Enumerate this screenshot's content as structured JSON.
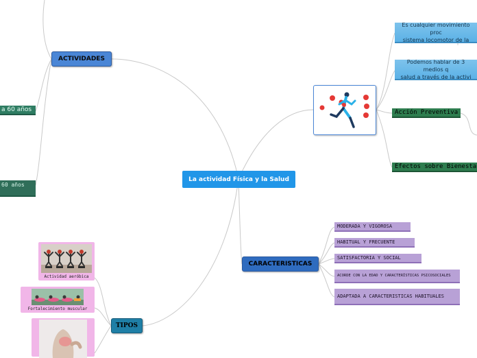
{
  "central": {
    "label": "La actividad Física y la Salud"
  },
  "main_topics": {
    "actividades": "ACTIVIDADES",
    "caracteristicas": "CARACTERISTICAS",
    "tipos": "TIPOS"
  },
  "actividades_children": {
    "item_1": "a 60 años",
    "item_2": "60 años"
  },
  "runner_children": {
    "card_1_line_1": "Es cualquier movimiento proc",
    "card_1_line_2": "sistema locomotor de la",
    "card_2_line_1": "Podemos hablar de 3 medios q",
    "card_2_line_2": "salud a través de la activi",
    "accion": "Acción Preventiva",
    "efectos": "Efectos sobre Bienesta"
  },
  "caracteristicas_children": [
    "MODERADA Y VIGOROSA",
    "HABITUAL Y FRECUENTE",
    "SATISFACTORIA Y SOCIAL",
    "ACORDE CON LA EDAD Y CARACTERÍSTICAS PSICOSOCIALES",
    "ADAPTADA A CARACTERISTICAS HABITUALES"
  ],
  "tipos_children": {
    "aerobica": "Actividad aeróbica",
    "fortalecimiento": "Fortalecimiento muscular"
  },
  "colors": {
    "central": "#2196e8",
    "main": "#4a86d6",
    "green": "#2e7d4f",
    "purple": "#b8a1d6",
    "blue_card": "#6bbbe9",
    "pink_card": "#f1b6e8"
  }
}
